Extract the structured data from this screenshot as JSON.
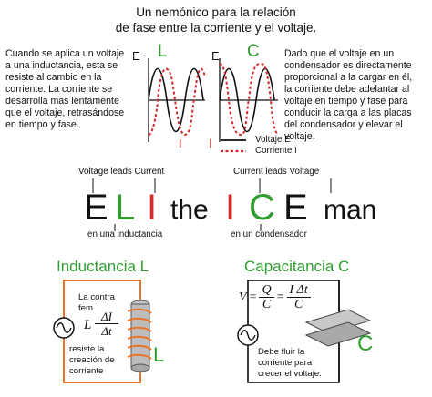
{
  "title": {
    "line1": "Un nemónico para la relación",
    "line2": "de fase entre la corriente y el voltaje."
  },
  "left_text": [
    "Cuando se aplica un voltaje",
    "a una inductancia, esta se",
    "resiste al cambio en la",
    "corriente.  La corriente se",
    "desarrolla mas lentamente",
    "que el voltaje, retrasándose",
    "en tiempo y fase."
  ],
  "right_text": [
    "Dado que el voltaje en un",
    "condensador es directamente",
    "proporcional a la cargar en él,",
    "la corriente debe adelantar al",
    "voltaje en tiempo y fase para",
    "conducir la carga a las placas",
    "del condensador y elevar el",
    "voltaje."
  ],
  "graph_labels": {
    "L_E": "E",
    "L_letter": "L",
    "L_I": "I",
    "C_E": "E",
    "C_letter": "C",
    "C_I": "I"
  },
  "legend": {
    "voltage": "Voltaje E",
    "current": "Corriente  I"
  },
  "mnemonic": {
    "E1": "E",
    "L": "L",
    "I1": "I",
    "the": "the",
    "I2": "I",
    "C": "C",
    "E2": "E",
    "man": "man",
    "label_voltage_leads_current": "Voltage leads Current",
    "label_current_leads_voltage": "Current leads Voltage",
    "label_inductance": "en una inductancia",
    "label_capacitor": "en un condensador"
  },
  "inductance": {
    "title": "Inductancia L",
    "note_top": [
      "La contra",
      "fem"
    ],
    "formula_L": "L",
    "formula_num": "ΔI",
    "formula_den": "Δt",
    "note_bottom": [
      "resiste la",
      "creación de",
      "corriente"
    ],
    "coil_label": "L"
  },
  "capacitance": {
    "title": "Capacitancia C",
    "V": "V",
    "eq1": "=",
    "frac1_num": "Q",
    "frac1_den": "C",
    "eq2": "=",
    "frac2_num": "I Δt",
    "frac2_den": "C",
    "note": [
      "Debe fluir la",
      "corriente para",
      "crecer el voltaje."
    ],
    "plate_label": "C"
  },
  "colors": {
    "red": "#d42a2a",
    "green": "#2e9e2e",
    "orange": "#e8742a",
    "black": "#111111"
  },
  "icons": [
    "ac-source-icon",
    "coil-icon",
    "capacitor-plates-icon"
  ]
}
